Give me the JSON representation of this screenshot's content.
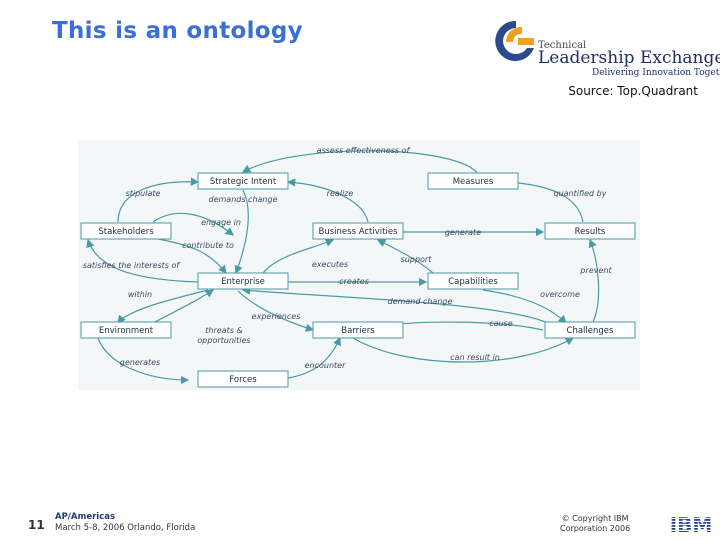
{
  "slide": {
    "title": "This is an ontology",
    "source": "Source: Top.Quadrant",
    "slide_number": "11"
  },
  "logo": {
    "line1": "Technical",
    "line2": "Leadership Exchange",
    "line3": "Delivering Innovation Together"
  },
  "footer": {
    "event_line1": "AP/Americas",
    "event_line2": "March 5-8, 2006 Orlando, Florida",
    "copyright_line1": "© Copyright IBM",
    "copyright_line2": "Corporation 2006",
    "ibm_logo": "IBM"
  },
  "diagram": {
    "nodes": {
      "strategic_intent": "Strategic Intent",
      "measures": "Measures",
      "stakeholders": "Stakeholders",
      "business_activities": "Business Activities",
      "results": "Results",
      "enterprise": "Enterprise",
      "capabilities": "Capabilities",
      "environment": "Environment",
      "barriers": "Barriers",
      "challenges": "Challenges",
      "forces": "Forces"
    },
    "edges": {
      "assess_effectiveness_of": "assess effectiveness of",
      "stipulate": "stipulate",
      "demands_change": "demands change",
      "realize": "realize",
      "quantified_by": "quantified by",
      "engage_in": "engage in",
      "contribute_to": "contribute to",
      "generate": "generate",
      "satisfies_the_interests_of": "satisfies the interests of",
      "executes": "executes",
      "support": "support",
      "prevent": "prevent",
      "creates": "creates",
      "demand_change": "demand change",
      "within": "within",
      "overcome": "overcome",
      "experiences": "experiences",
      "threats_opportunities_1": "threats &",
      "threats_opportunities_2": "opportunities",
      "cause": "cause",
      "generates": "generates",
      "encounter": "encounter",
      "can_result_in": "can result in"
    }
  }
}
